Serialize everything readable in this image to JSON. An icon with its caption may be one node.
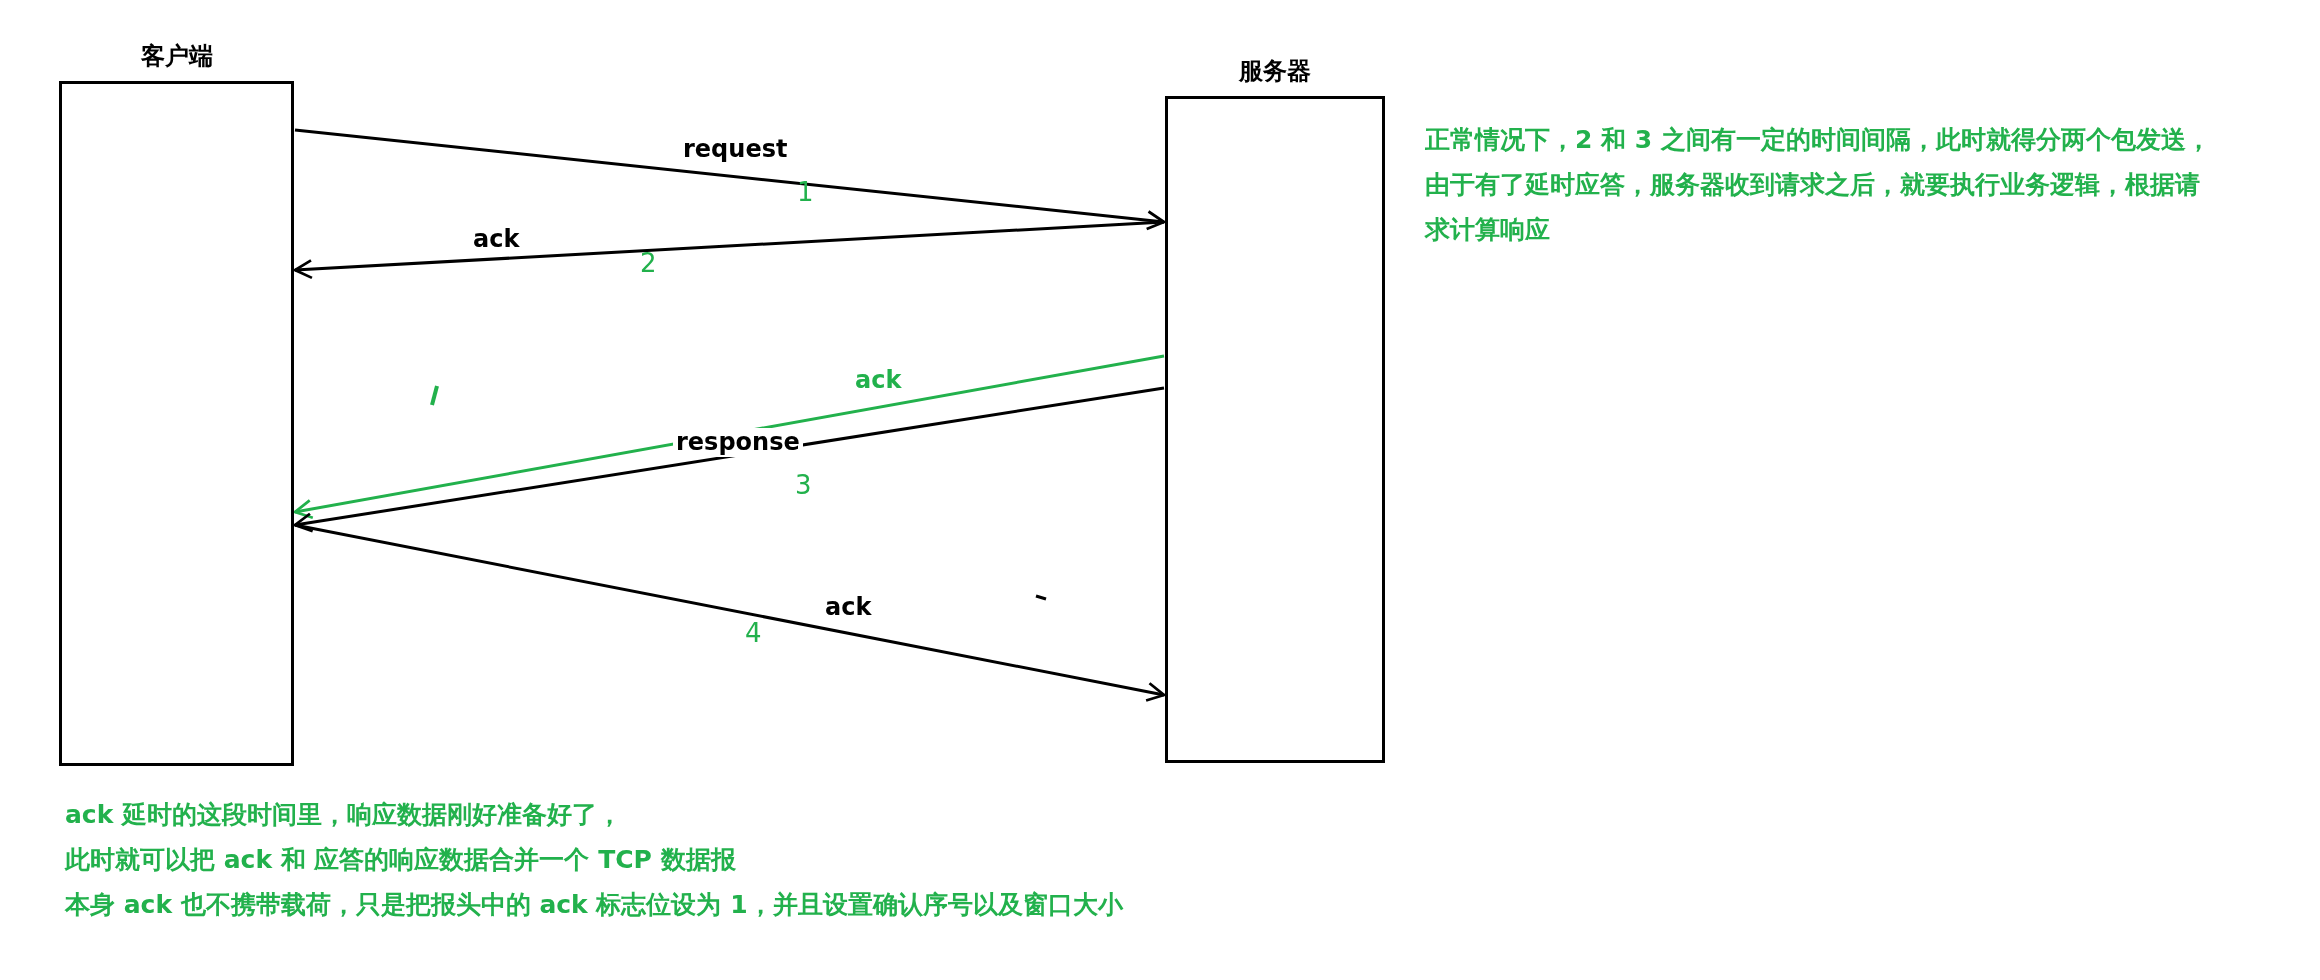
{
  "diagram": {
    "nodes": [
      {
        "text": [
          "客户端"
        ]
      },
      {
        "text": [
          "服务器"
        ]
      }
    ],
    "edges": [
      {
        "from": 0,
        "to": 1,
        "arrow": "to",
        "label": "request"
      },
      {
        "from": 1,
        "to": 0,
        "arrow": "to",
        "label": "ack"
      },
      {
        "from": 1,
        "to": 0,
        "arrow": "to",
        "label": "ack",
        "color": "#22b14c"
      },
      {
        "from": 1,
        "to": 0,
        "arrow": "to",
        "label": "response"
      },
      {
        "from": 0,
        "to": 1,
        "arrow": "to",
        "label": "ack"
      }
    ],
    "labels": [
      "1",
      "2",
      "3",
      "4",
      "正常情况下，2 和 3 之间有一定的时间间隔，此时就得分两个包发送，由于有了延时应答，服务器收到请求之后，就要执行业务逻辑，根据请求计算响应",
      "ack 延时的这段时间里，响应数据刚好准备好了，",
      "此时就可以把 ack 和 应答的响应数据合并一个 TCP 数据报",
      "本身 ack 也不携带载荷，只是把报头中的 ack 标志位设为 1，并且设置确认序号以及窗口大小"
    ]
  }
}
